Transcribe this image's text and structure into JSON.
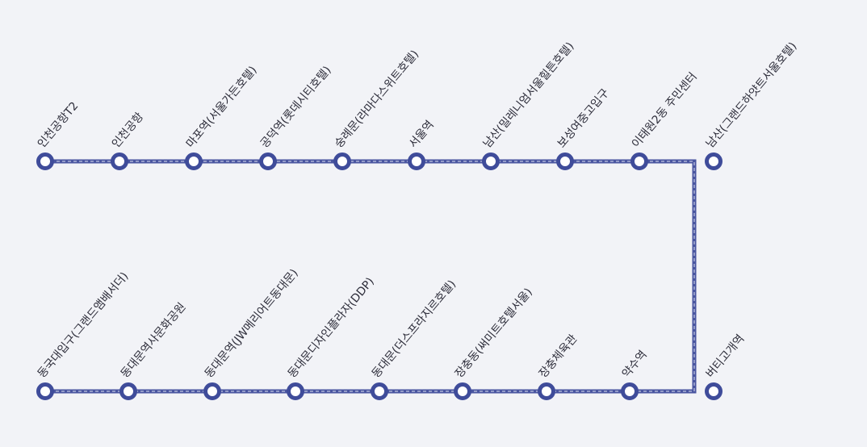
{
  "colors": {
    "background": "#f2f3f7",
    "route": "#4a56a0",
    "stop_ring": "#3f4c9a",
    "stop_fill": "#ffffff",
    "label": "#2d2d3a"
  },
  "route": {
    "direction": "top row left-to-right, then down on the right side, bottom row right-to-left",
    "top_row": [
      "인천공항T2",
      "인천공항",
      "마포역(서울가든호텔)",
      "공덕역(롯데시티호텔)",
      "숭례문(라마다스위트호텔)",
      "서울역",
      "남산(밀레니엄서울힐튼호텔)",
      "보성여중고입구",
      "이태원2동 주민센터",
      "남산(그랜드하얏트서울호텔)"
    ],
    "bottom_row": [
      "동국대입구(그랜드앰배서더)",
      "동대문역사문화공원",
      "동대문역(JW메리어트동대문)",
      "동대문디자인플라자(DDP)",
      "동대문(더스프라지르호텔)",
      "장충동(써미트호텔서울)",
      "장충체육관",
      "약수역",
      "버티고개역"
    ]
  }
}
